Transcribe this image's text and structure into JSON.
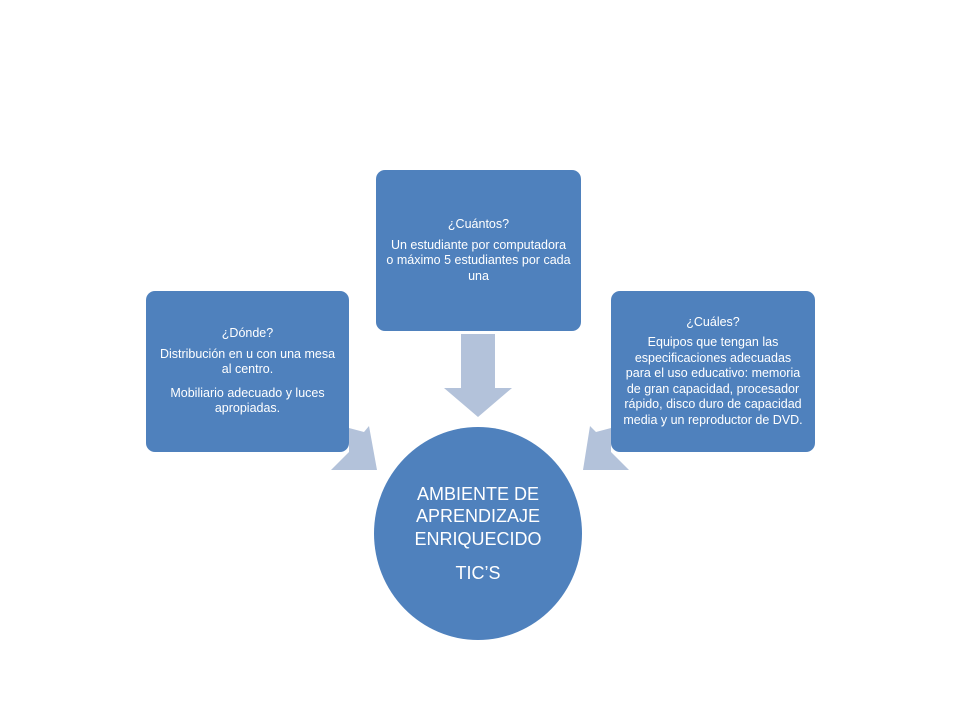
{
  "diagram": {
    "center": {
      "lines": [
        "AMBIENTE DE",
        "APRENDIZAJE",
        "ENRIQUECIDO"
      ],
      "subtitle": "TIC’S"
    },
    "nodes": {
      "left": {
        "title": "¿Dónde?",
        "paragraphs": [
          "Distribución en u con una mesa al centro.",
          "Mobiliario adecuado y luces apropiadas."
        ]
      },
      "top": {
        "title": "¿Cuántos?",
        "paragraphs": [
          "Un estudiante por computadora o máximo 5 estudiantes por  cada una"
        ]
      },
      "right": {
        "title": "¿Cuáles?",
        "paragraphs": [
          "Equipos que tengan  las especificaciones  adecuadas para el uso educativo: memoria de gran capacidad, procesador rápido, disco duro de capacidad media y un reproductor de DVD."
        ]
      }
    },
    "colors": {
      "box": "#4f81bd",
      "arrow": "#b3c2da",
      "text": "#ffffff"
    }
  }
}
